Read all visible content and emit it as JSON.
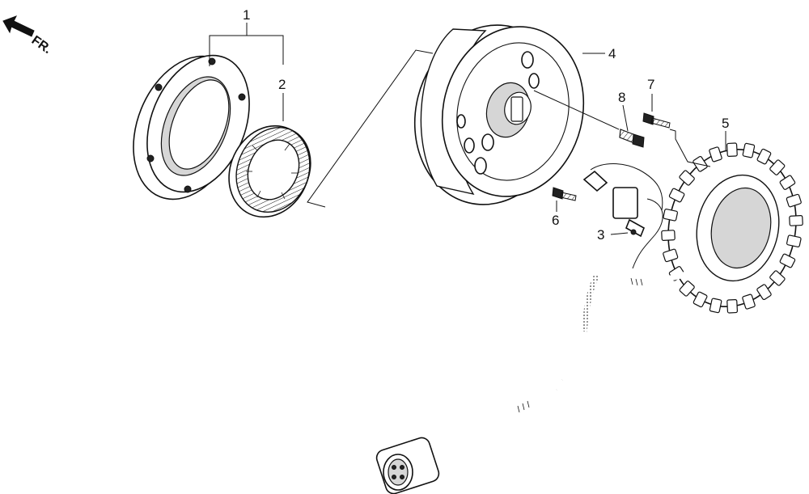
{
  "orientation": {
    "label": "FR.",
    "icon": "front-direction-arrow-icon"
  },
  "callouts": {
    "c1": "1",
    "c2": "2",
    "c3": "3",
    "c4": "4",
    "c5": "5",
    "c6": "6",
    "c7": "7",
    "c8": "8"
  },
  "colors": {
    "ink": "#111111",
    "paper": "#ffffff",
    "shade": "#d6d6d6"
  }
}
